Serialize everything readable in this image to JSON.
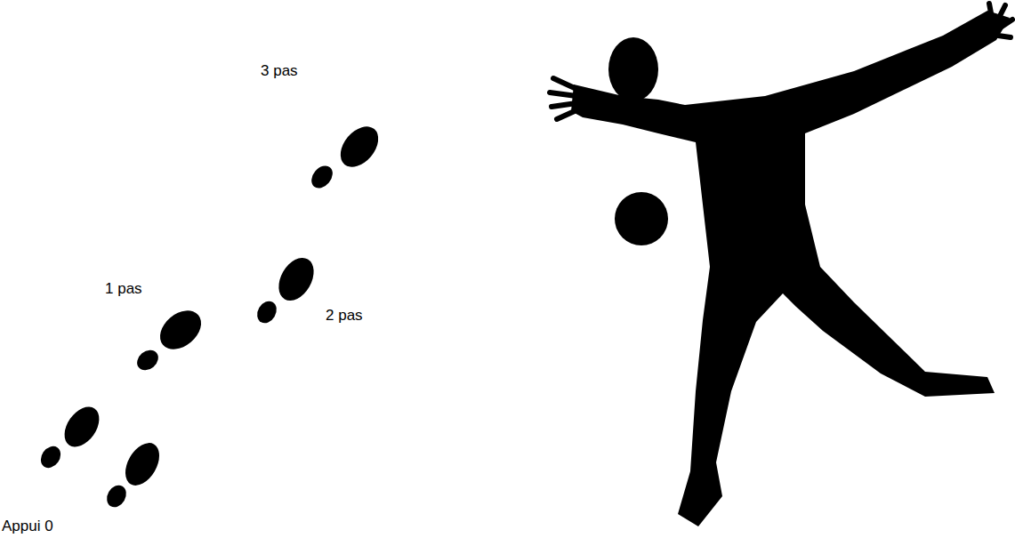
{
  "diagram": {
    "labels": [
      "3 pas",
      "1 pas",
      "2 pas",
      "Appui 0"
    ]
  }
}
